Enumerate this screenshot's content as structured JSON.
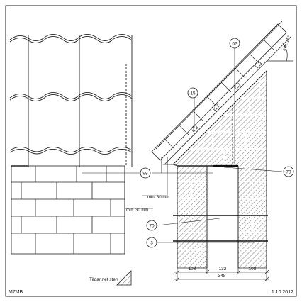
{
  "drawing": {
    "code": "M7MB",
    "date": "1.10.2012",
    "legend_label": "Tildannet sten"
  },
  "callouts": {
    "c62": "62",
    "c15": "15",
    "c98": "98",
    "c73": "73",
    "c70": "70",
    "c3": "3"
  },
  "annotations": {
    "slope": "min. 25°",
    "gap_left": "min. 30 mm",
    "gap_right": "min. 30 mm"
  },
  "dimensions": {
    "left": "108",
    "middle": "132",
    "right": "108",
    "total": "348"
  }
}
